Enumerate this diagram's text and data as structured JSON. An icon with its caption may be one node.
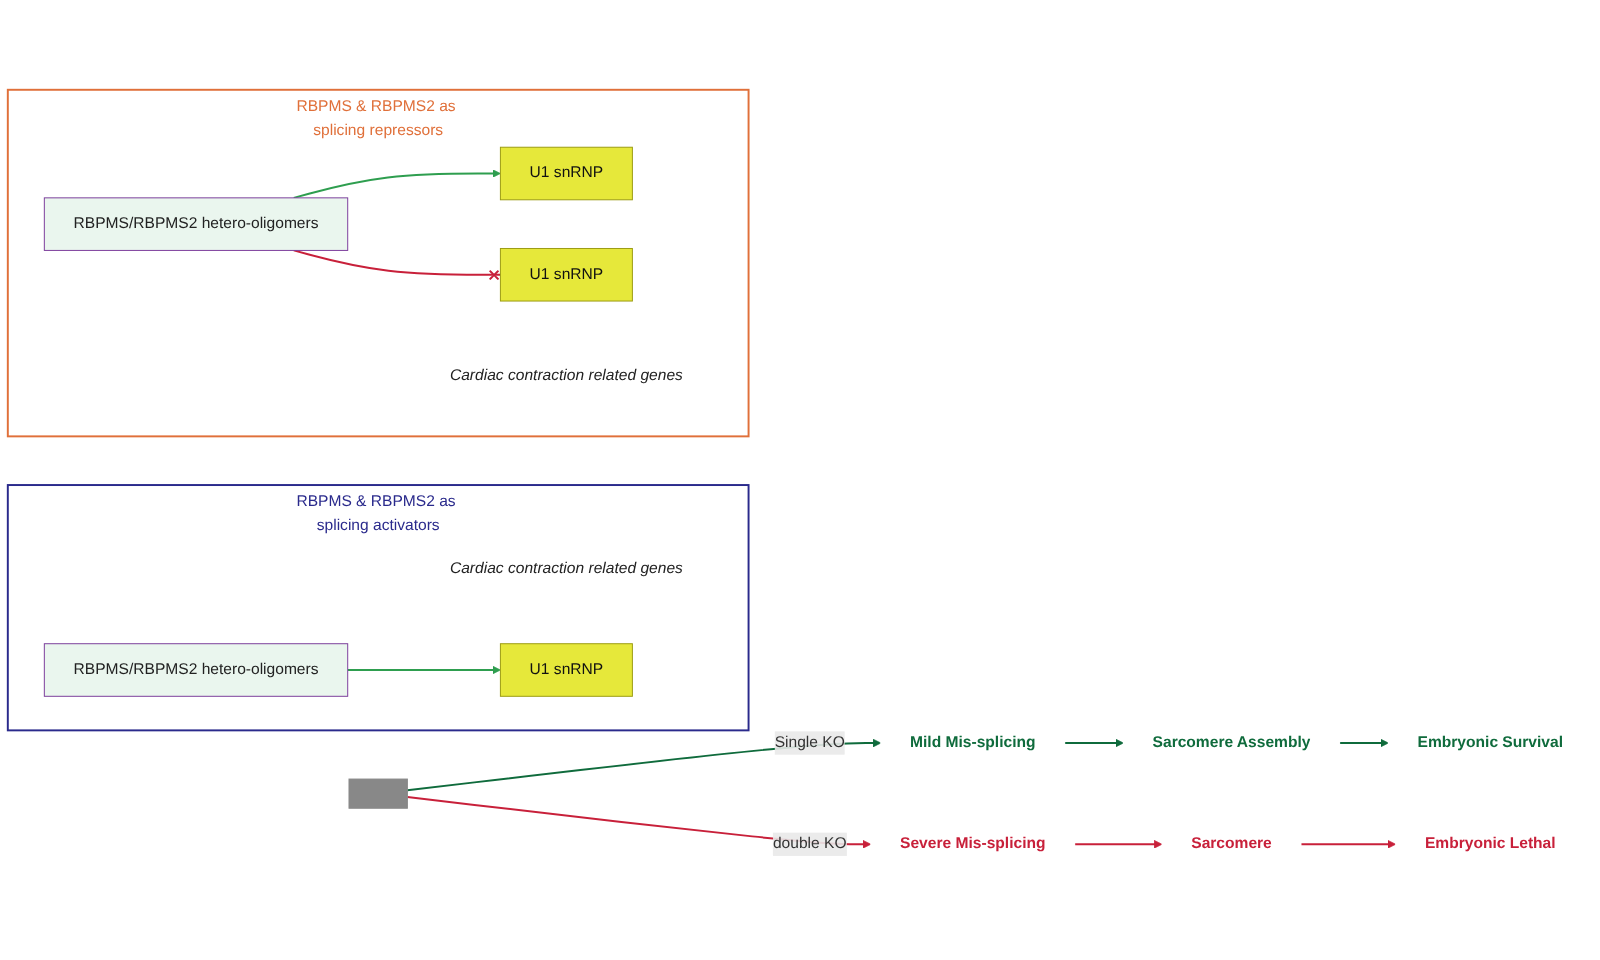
{
  "diagram": {
    "nodes": [
      {
        "text": [
          "RBPMS & RBPMS2 as splicing activators"
        ]
      },
      {
        "text": [
          "Cardiac contraction related genes"
        ],
        "in": 0
      },
      {
        "text": [
          "U1 snRNP"
        ],
        "in": 0
      },
      {
        "text": [
          "RBPMS/RBPMS2 hetero-oligomers"
        ],
        "in": 0
      },
      {
        "text": [
          "RBPMS & RBPMS2 as splicing repressors"
        ]
      },
      {
        "text": [
          "U1 snRNP"
        ],
        "in": 4
      },
      {
        "text": [
          "U1 snRNP"
        ],
        "in": 4
      },
      {
        "text": [
          "RBPMS/RBPMS2 hetero-oligomers"
        ],
        "in": 4
      },
      {
        "text": [
          "Cardiac contraction related genes"
        ],
        "in": 4
      },
      {
        "text": [],
        "shape": "bar"
      },
      {
        "text": [
          "Mild Mis-splicing"
        ]
      },
      {
        "text": [
          "Sarcomere Assembly"
        ]
      },
      {
        "text": [
          "Embryonic Survival"
        ]
      },
      {
        "text": [
          "Severe Mis-splicing"
        ]
      },
      {
        "text": [
          "Embryonic Lethal"
        ]
      },
      {
        "text": [
          "Sarcomere"
        ]
      }
    ],
    "edges": [
      {
        "from": 3,
        "to": 2,
        "arrow": "to",
        "color": "#2e9e4f"
      },
      {
        "from": 7,
        "to": 5,
        "arrow": "to",
        "color": "#2e9e4f"
      },
      {
        "from": 7,
        "to": 6,
        "arrow": "other",
        "color": "#c8203a"
      },
      {
        "from": 9,
        "to": 10,
        "arrow": "to",
        "label": "Single KO",
        "color": "#0f6b3c"
      },
      {
        "from": 9,
        "to": 13,
        "arrow": "to",
        "label": "double KO",
        "color": "#c8203a"
      },
      {
        "from": 10,
        "to": 11,
        "arrow": "to",
        "color": "#0f6b3c"
      },
      {
        "from": 11,
        "to": 12,
        "arrow": "to",
        "color": "#0f6b3c"
      },
      {
        "from": 13,
        "to": 15,
        "arrow": "to",
        "color": "#c8203a"
      },
      {
        "from": 15,
        "to": 14,
        "arrow": "to",
        "color": "#c8203a"
      }
    ]
  }
}
